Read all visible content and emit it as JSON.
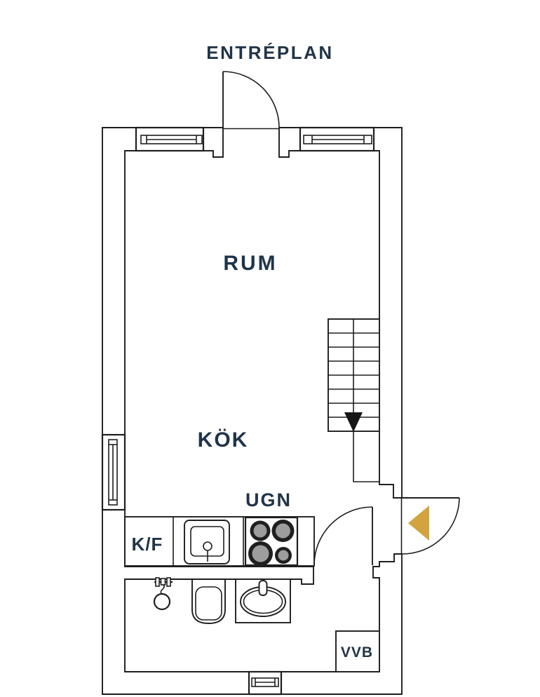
{
  "labels": {
    "title": "ENTRÉPLAN",
    "room": "RUM",
    "kitchen": "KÖK",
    "oven": "UGN",
    "fridge_freezer": "K/F",
    "water_heater": "VVB"
  },
  "colors": {
    "wall": "#213449",
    "text": "#203449",
    "entry_marker_gold": "#d2a33e",
    "stove_body": "#7b7b7b",
    "burner_ring": "#1f1f1f",
    "burner_center": "#9d9d9d",
    "arrow_black": "#161616",
    "background": "#ffffff"
  },
  "floorplan": {
    "floor_name": "ENTRÉPLAN",
    "stairs": {
      "steps": 8,
      "arrow_direction": "down"
    },
    "windows_count": 4,
    "doors": [
      {
        "type": "swing",
        "wall": "top"
      },
      {
        "type": "entry",
        "wall": "right",
        "marker": "gold-triangle"
      },
      {
        "type": "interior",
        "leads_to": "bathroom"
      }
    ],
    "fixtures": [
      "fridge-freezer",
      "sink",
      "stove-4-burners",
      "shower",
      "toilet",
      "washbasin",
      "water-heater"
    ]
  }
}
